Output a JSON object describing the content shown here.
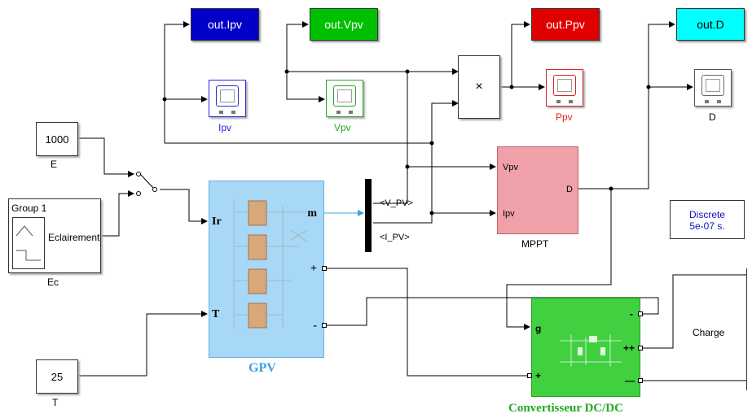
{
  "goto_blocks": {
    "out_ipv": {
      "label": "out.Ipv",
      "color": "#0000c8"
    },
    "out_vpv": {
      "label": "out.Vpv",
      "color": "#00c000"
    },
    "out_ppv": {
      "label": "out.Ppv",
      "color": "#e00000"
    },
    "out_d": {
      "label": "out.D",
      "color": "#00ffff",
      "text_color": "#000000"
    }
  },
  "scopes": {
    "ipv": {
      "label": "Ipv",
      "color": "#2a2adc"
    },
    "vpv": {
      "label": "Vpv",
      "color": "#22aa22"
    },
    "ppv": {
      "label": "Ppv",
      "color": "#dd2222"
    },
    "d": {
      "label": "D",
      "color": "#000000"
    }
  },
  "constants": {
    "irradiance": {
      "value": "1000",
      "label": "E"
    },
    "temperature": {
      "value": "25",
      "label": "T"
    }
  },
  "signal_builder": {
    "title": "Group 1",
    "signal": "Eclairement",
    "label": "Ec"
  },
  "product": {
    "symbol": "×"
  },
  "gpv": {
    "label": "GPV",
    "port_ir": "Ir",
    "port_t": "T",
    "port_m": "m",
    "port_plus": "+",
    "port_minus": "-"
  },
  "bus_selector": {
    "out1": "<V_PV>",
    "out2": "<I_PV>"
  },
  "mppt": {
    "label": "MPPT",
    "in_vpv": "Vpv",
    "in_ipv": "Ipv",
    "out_d": "D"
  },
  "powergui": {
    "line1": "Discrete",
    "line2": "5e-07 s."
  },
  "converter": {
    "label": "Convertisseur DC/DC",
    "port_g": "g",
    "port_plus": "+",
    "port_minus": "-",
    "port_out_plus": "++",
    "port_out_minus": "—"
  },
  "load": {
    "label": "Charge"
  },
  "colors": {
    "signal_line": "#000000",
    "bus_line": "#3ca0e0",
    "gpv_fill": "#a8d8f8",
    "mppt_fill": "#f0a0a8",
    "converter_fill": "#40d040"
  }
}
